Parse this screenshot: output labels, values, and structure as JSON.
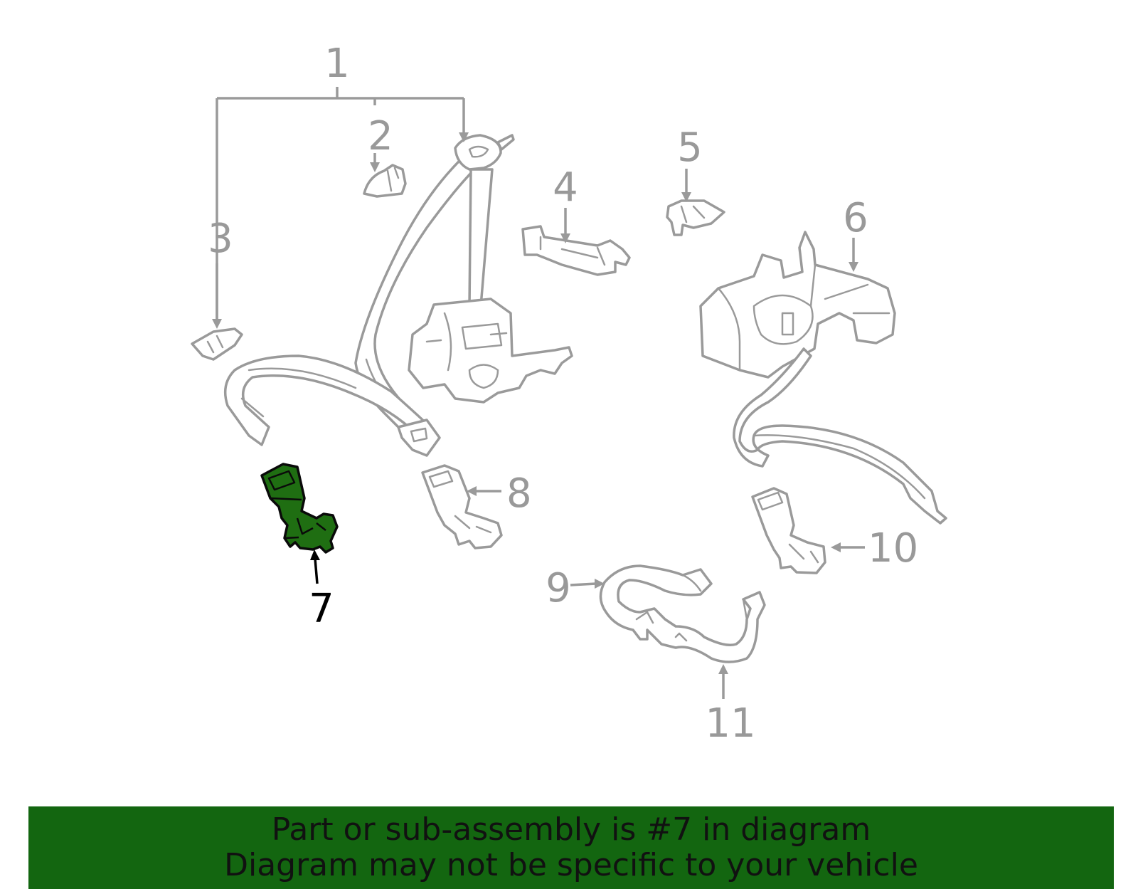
{
  "diagram": {
    "callouts": [
      "1",
      "2",
      "3",
      "4",
      "5",
      "6",
      "7",
      "8",
      "9",
      "10",
      "11"
    ],
    "highlighted_part": "7",
    "colors": {
      "highlight_fill": "#1f6e12",
      "banner_background": "#136610",
      "line_gray": "#9a9a9a"
    }
  },
  "banner": {
    "line1": "Part or sub-assembly is #7 in diagram",
    "line2": "Diagram may not be specific to your vehicle"
  }
}
